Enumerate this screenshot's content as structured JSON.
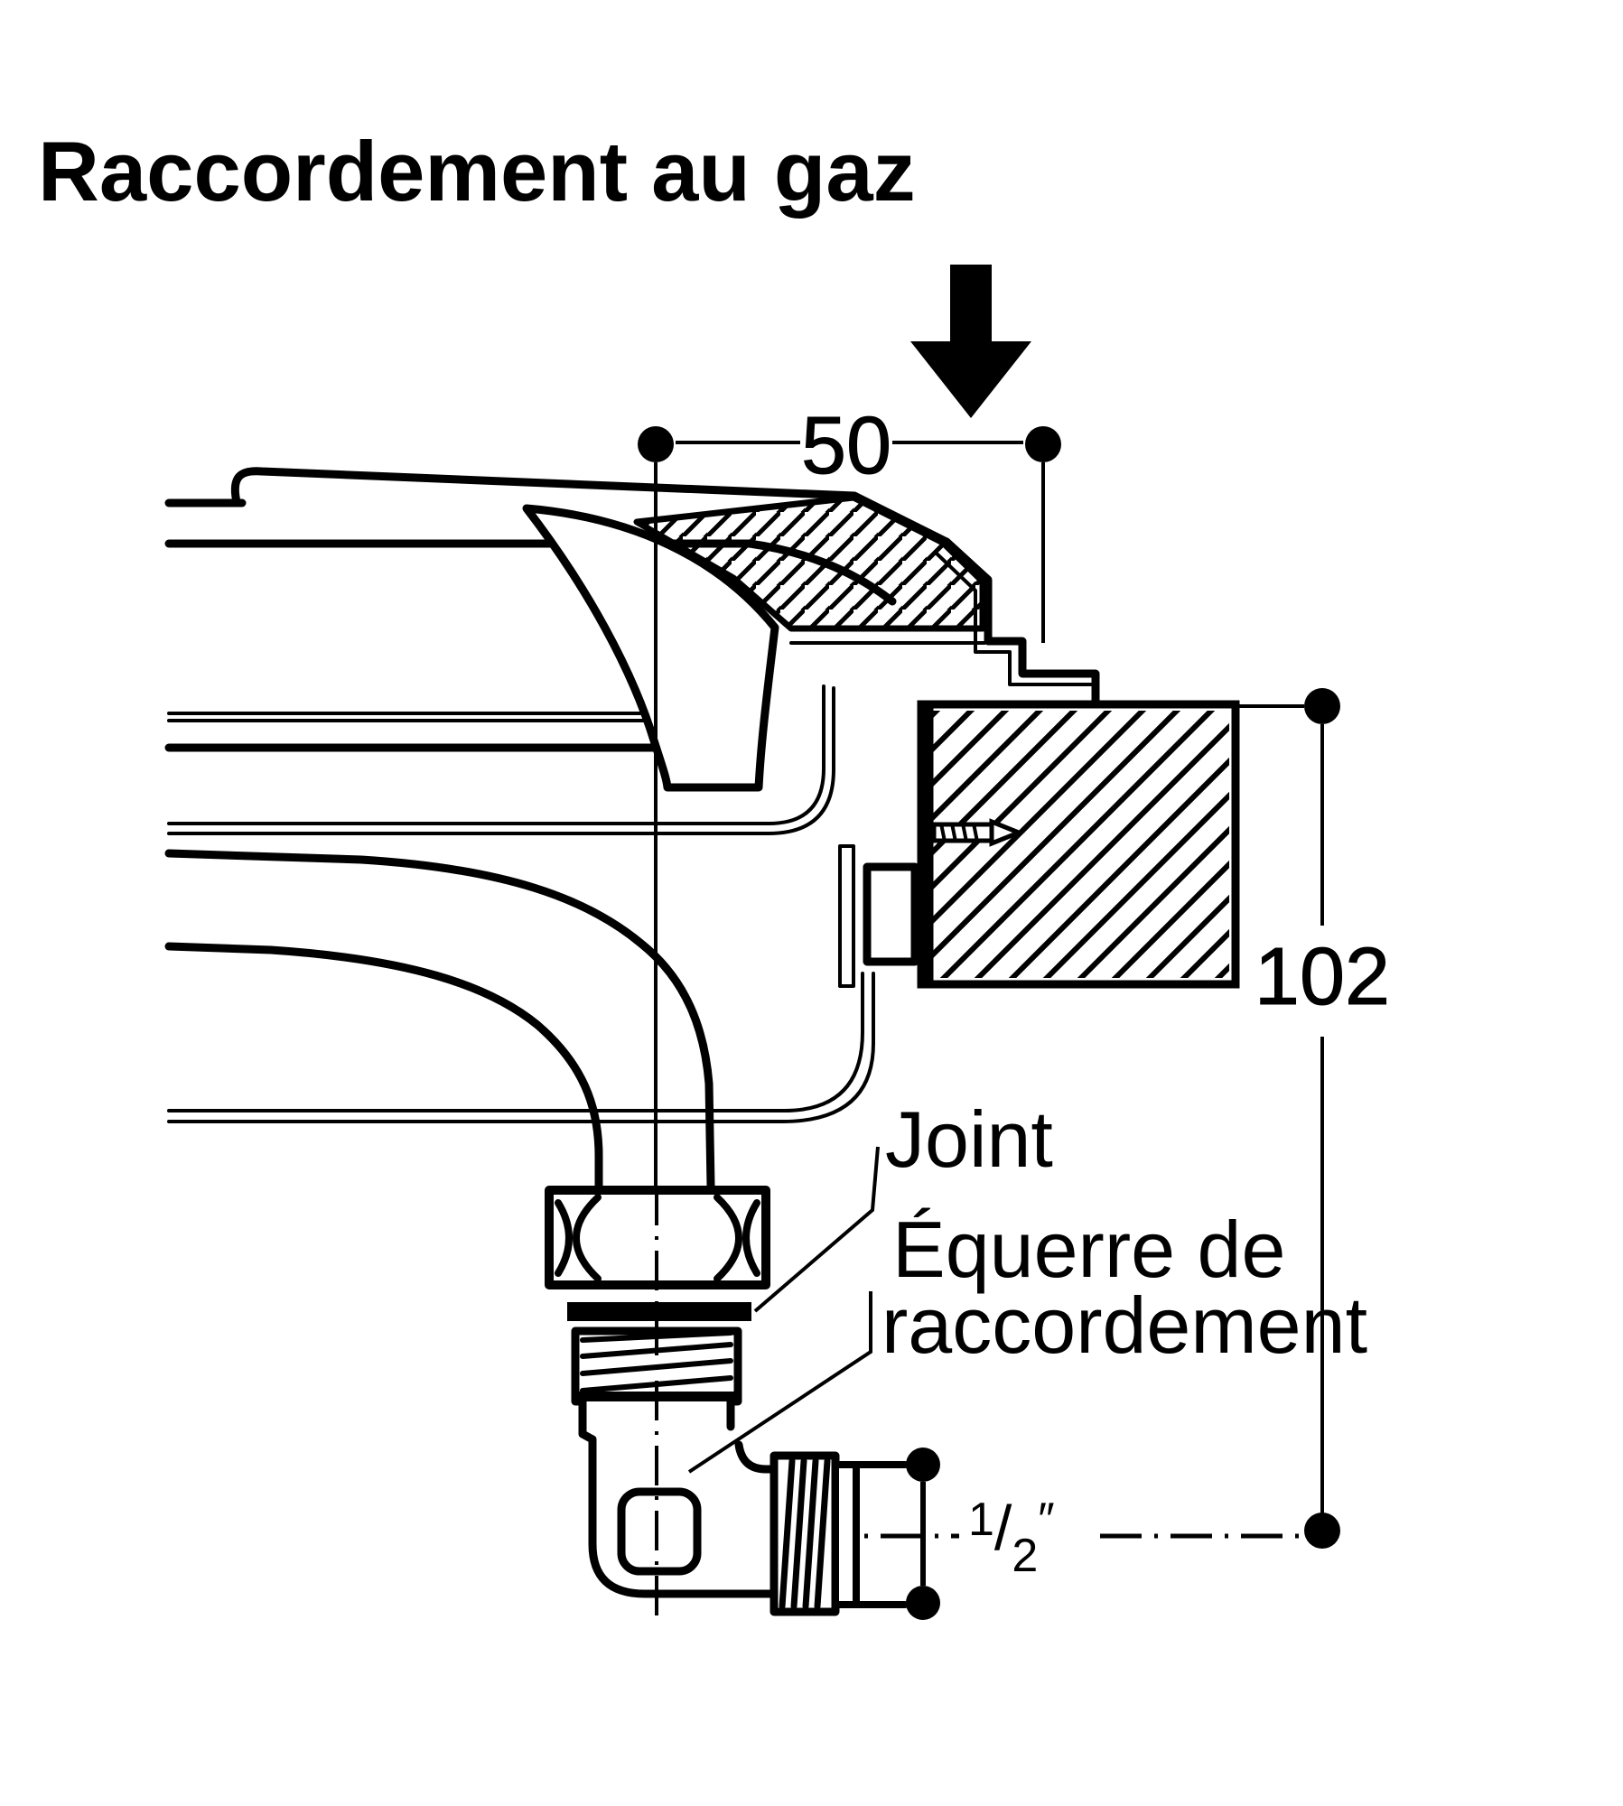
{
  "page": {
    "background_color": "#ffffff",
    "line_color": "#000000"
  },
  "title": {
    "text": "Raccordement au gaz"
  },
  "diagram": {
    "dimensions": {
      "top_offset": {
        "value": "50"
      },
      "side_depth": {
        "value": "102"
      },
      "thread_size": {
        "numerator": "1",
        "slash": "/",
        "denominator": "2",
        "unit": "″"
      }
    },
    "labels": {
      "gasket": "Joint",
      "bracket_line1": "Équerre de",
      "bracket_line2": "raccordement"
    },
    "icons": {
      "insertion_arrow": "down-arrow"
    }
  }
}
